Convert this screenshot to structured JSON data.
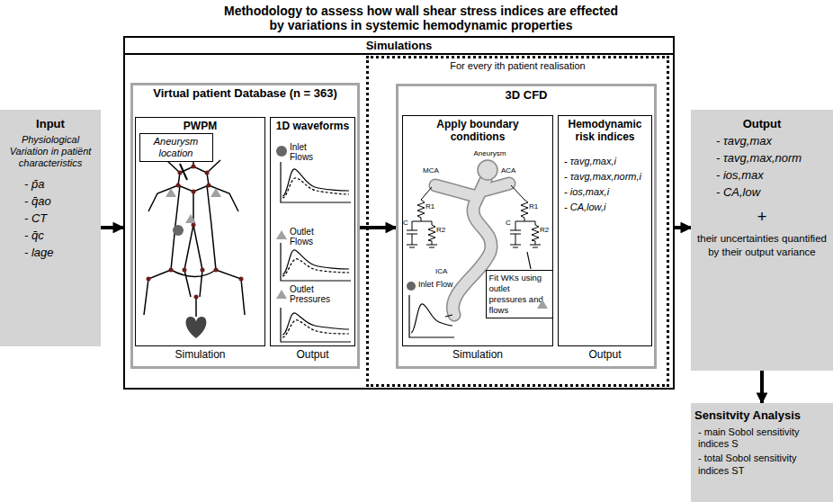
{
  "diagram": {
    "title": "Methodology to assess how wall shear stress indices are effected by variations in systemic hemodynamic properties",
    "nodes": [
      {
        "text": [
          "Input",
          "Physiological Variation in patiënt characteristics",
          "- p̄a",
          "- q̄ao",
          "- CT",
          "- q̄c",
          "- lage"
        ]
      },
      {
        "text": [
          "Simulations"
        ]
      },
      {
        "text": [
          "For every ith patient realisation"
        ],
        "in": 1
      },
      {
        "text": [
          "Virtual patient Database (n = 363)"
        ],
        "in": 1
      },
      {
        "text": [
          "PWPM",
          "Simulation"
        ],
        "in": 3
      },
      {
        "text": [
          "Aneurysm location"
        ],
        "in": 4
      },
      {
        "text": [
          "1D waveforms",
          "Output"
        ],
        "in": 3
      },
      {
        "text": [
          "3D CFD"
        ],
        "in": 2
      },
      {
        "text": [
          "Apply boundary conditions",
          "Simulation"
        ],
        "in": 7
      },
      {
        "text": [
          "Fit WKs using outlet pressures and flows"
        ],
        "in": 8
      },
      {
        "text": [
          "Hemodynamic risk indices",
          "- τavg,max,i",
          "- τavg,max,norm,i",
          "- ios,max,i",
          "- CA,low,i",
          "Output"
        ],
        "in": 7
      },
      {
        "text": [
          "Output",
          "- τavg,max",
          "- τavg,max,norm",
          "- ios,max",
          "- CA,low",
          "+",
          "their uncertainties quantified by their output variance"
        ]
      },
      {
        "text": [
          "Sensitvity Analysis",
          "- main Sobol sensitivity indices S",
          "- total Sobol sensitivity indices ST"
        ]
      }
    ],
    "edges": [
      {
        "from": 0,
        "to": 1,
        "arrow": "to"
      },
      {
        "from": 3,
        "to": 7,
        "arrow": "to"
      },
      {
        "from": 1,
        "to": 11,
        "arrow": "to"
      },
      {
        "from": 11,
        "to": 12,
        "arrow": "to"
      }
    ],
    "labels": [
      "Inlet Flows",
      "Outlet Flows",
      "Outlet Pressures",
      "Aneurysm",
      "MCA",
      "ACA",
      "R1",
      "C",
      "R2",
      "R1",
      "C",
      "R2",
      "ICA",
      "Inlet Flow"
    ]
  }
}
